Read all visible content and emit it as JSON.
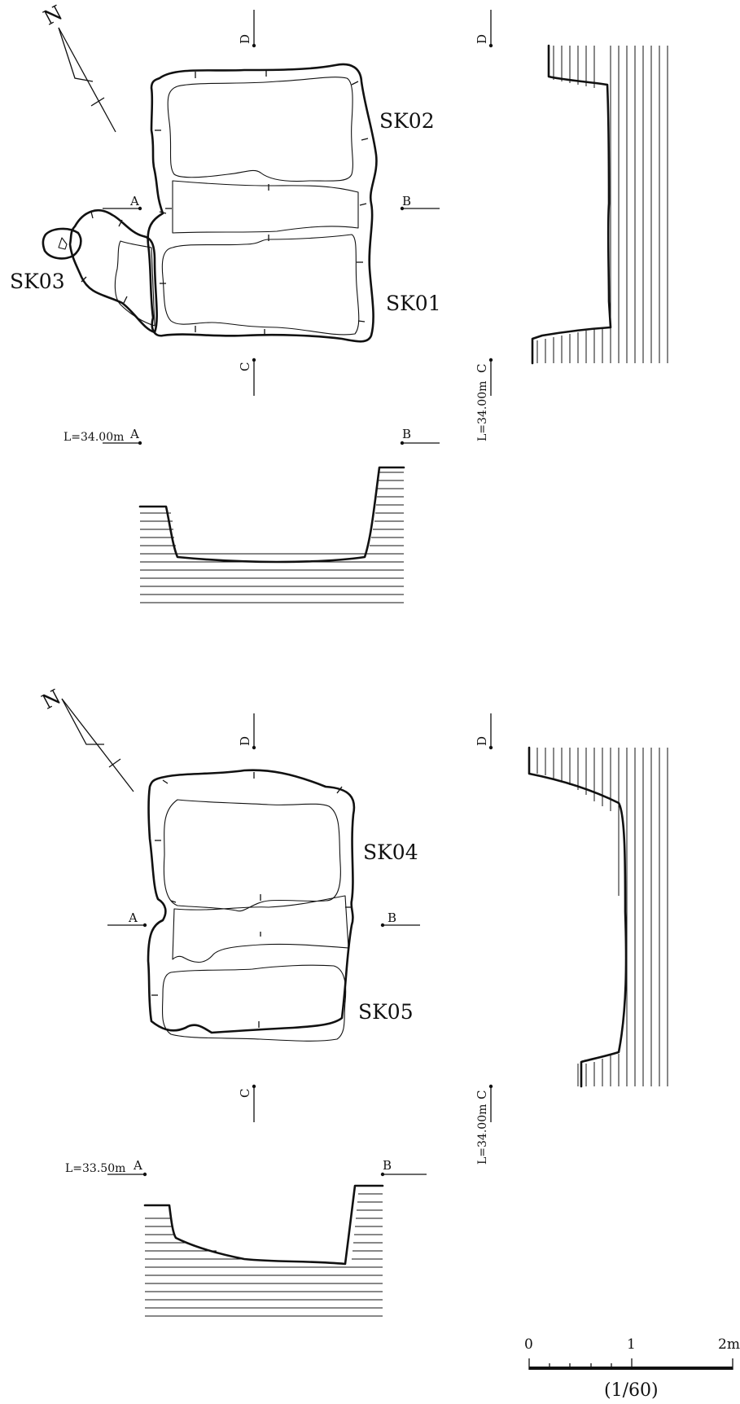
{
  "figure_upper": {
    "north_label": "N",
    "pit_labels": {
      "sk01": "SK01",
      "sk02": "SK02",
      "sk03": "SK03"
    },
    "section_letters": {
      "a": "A",
      "b": "B",
      "c": "C",
      "d": "D"
    },
    "level_ab": "L=34.00m",
    "level_cd": "L=34.00m"
  },
  "figure_lower": {
    "north_label": "N",
    "pit_labels": {
      "sk04": "SK04",
      "sk05": "SK05"
    },
    "section_letters": {
      "a": "A",
      "b": "B",
      "c": "C",
      "d": "D"
    },
    "level_ab": "L=33.50m",
    "level_cd": "L=34.00m"
  },
  "scale_bar": {
    "ticks": [
      "0",
      "1",
      "2m"
    ],
    "ratio": "(1/60)"
  }
}
